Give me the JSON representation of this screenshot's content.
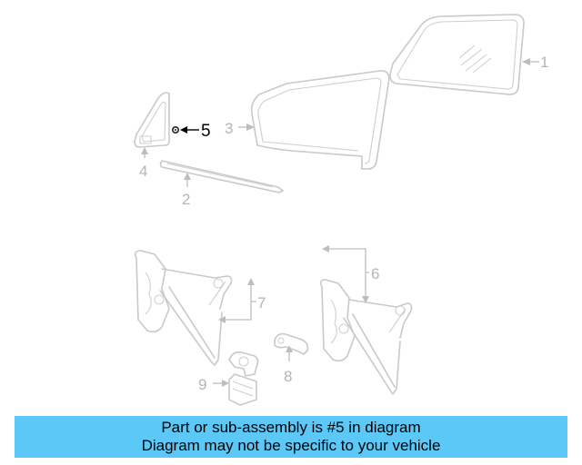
{
  "diagram": {
    "callouts": {
      "c1": "1",
      "c2": "2",
      "c3": "3",
      "c4": "4",
      "c5": "5",
      "c6": "6",
      "c7": "7",
      "c8": "8",
      "c9": "9"
    },
    "highlighted_part": "5",
    "highlight_color": "#000000",
    "part_color": "#c9c9c9"
  },
  "banner": {
    "line1": "Part or sub-assembly is #5 in diagram",
    "line2": "Diagram may not be specific to your vehicle",
    "background": "#5bc8f8"
  }
}
